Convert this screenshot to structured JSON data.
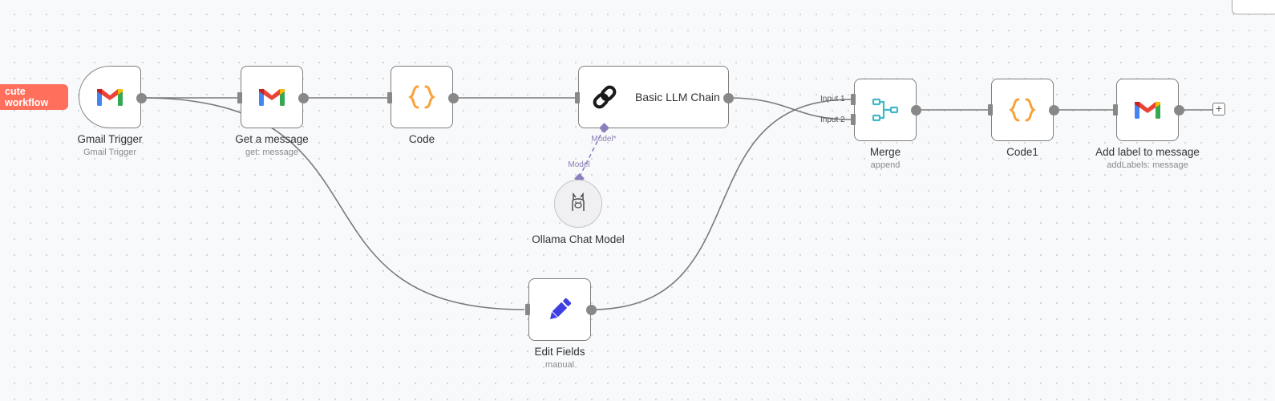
{
  "toolbar": {
    "execute_label": "cute workflow"
  },
  "nodes": {
    "gmail_trigger": {
      "title": "Gmail Trigger",
      "subtitle": "Gmail Trigger",
      "icon": "gmail-icon"
    },
    "get_message": {
      "title": "Get a message",
      "subtitle": "get: message",
      "icon": "gmail-icon"
    },
    "code": {
      "title": "Code",
      "icon": "code-braces-icon"
    },
    "llm_chain": {
      "title": "Basic LLM Chain",
      "icon": "chain-link-icon",
      "model_port_label": "Model*"
    },
    "ollama": {
      "title": "Ollama Chat Model",
      "icon": "llama-icon",
      "port_label": "Model"
    },
    "edit_fields": {
      "title": "Edit Fields",
      "subtitle": "manual",
      "icon": "pencil-icon"
    },
    "merge": {
      "title": "Merge",
      "subtitle": "append",
      "icon": "merge-icon",
      "input1": "Input 1",
      "input2": "Input 2"
    },
    "code1": {
      "title": "Code1",
      "icon": "code-braces-icon"
    },
    "add_label": {
      "title": "Add label to message",
      "subtitle": "addLabels: message",
      "icon": "gmail-icon"
    }
  },
  "canvas": {
    "add_node_glyph": "+"
  },
  "colors": {
    "execute_button": "#ff6f5c",
    "code_icon": "#f7a23b",
    "pencil_icon": "#3d3fe0",
    "merge_icon": "#3fb8c8",
    "model_connector": "#8b80bd"
  }
}
